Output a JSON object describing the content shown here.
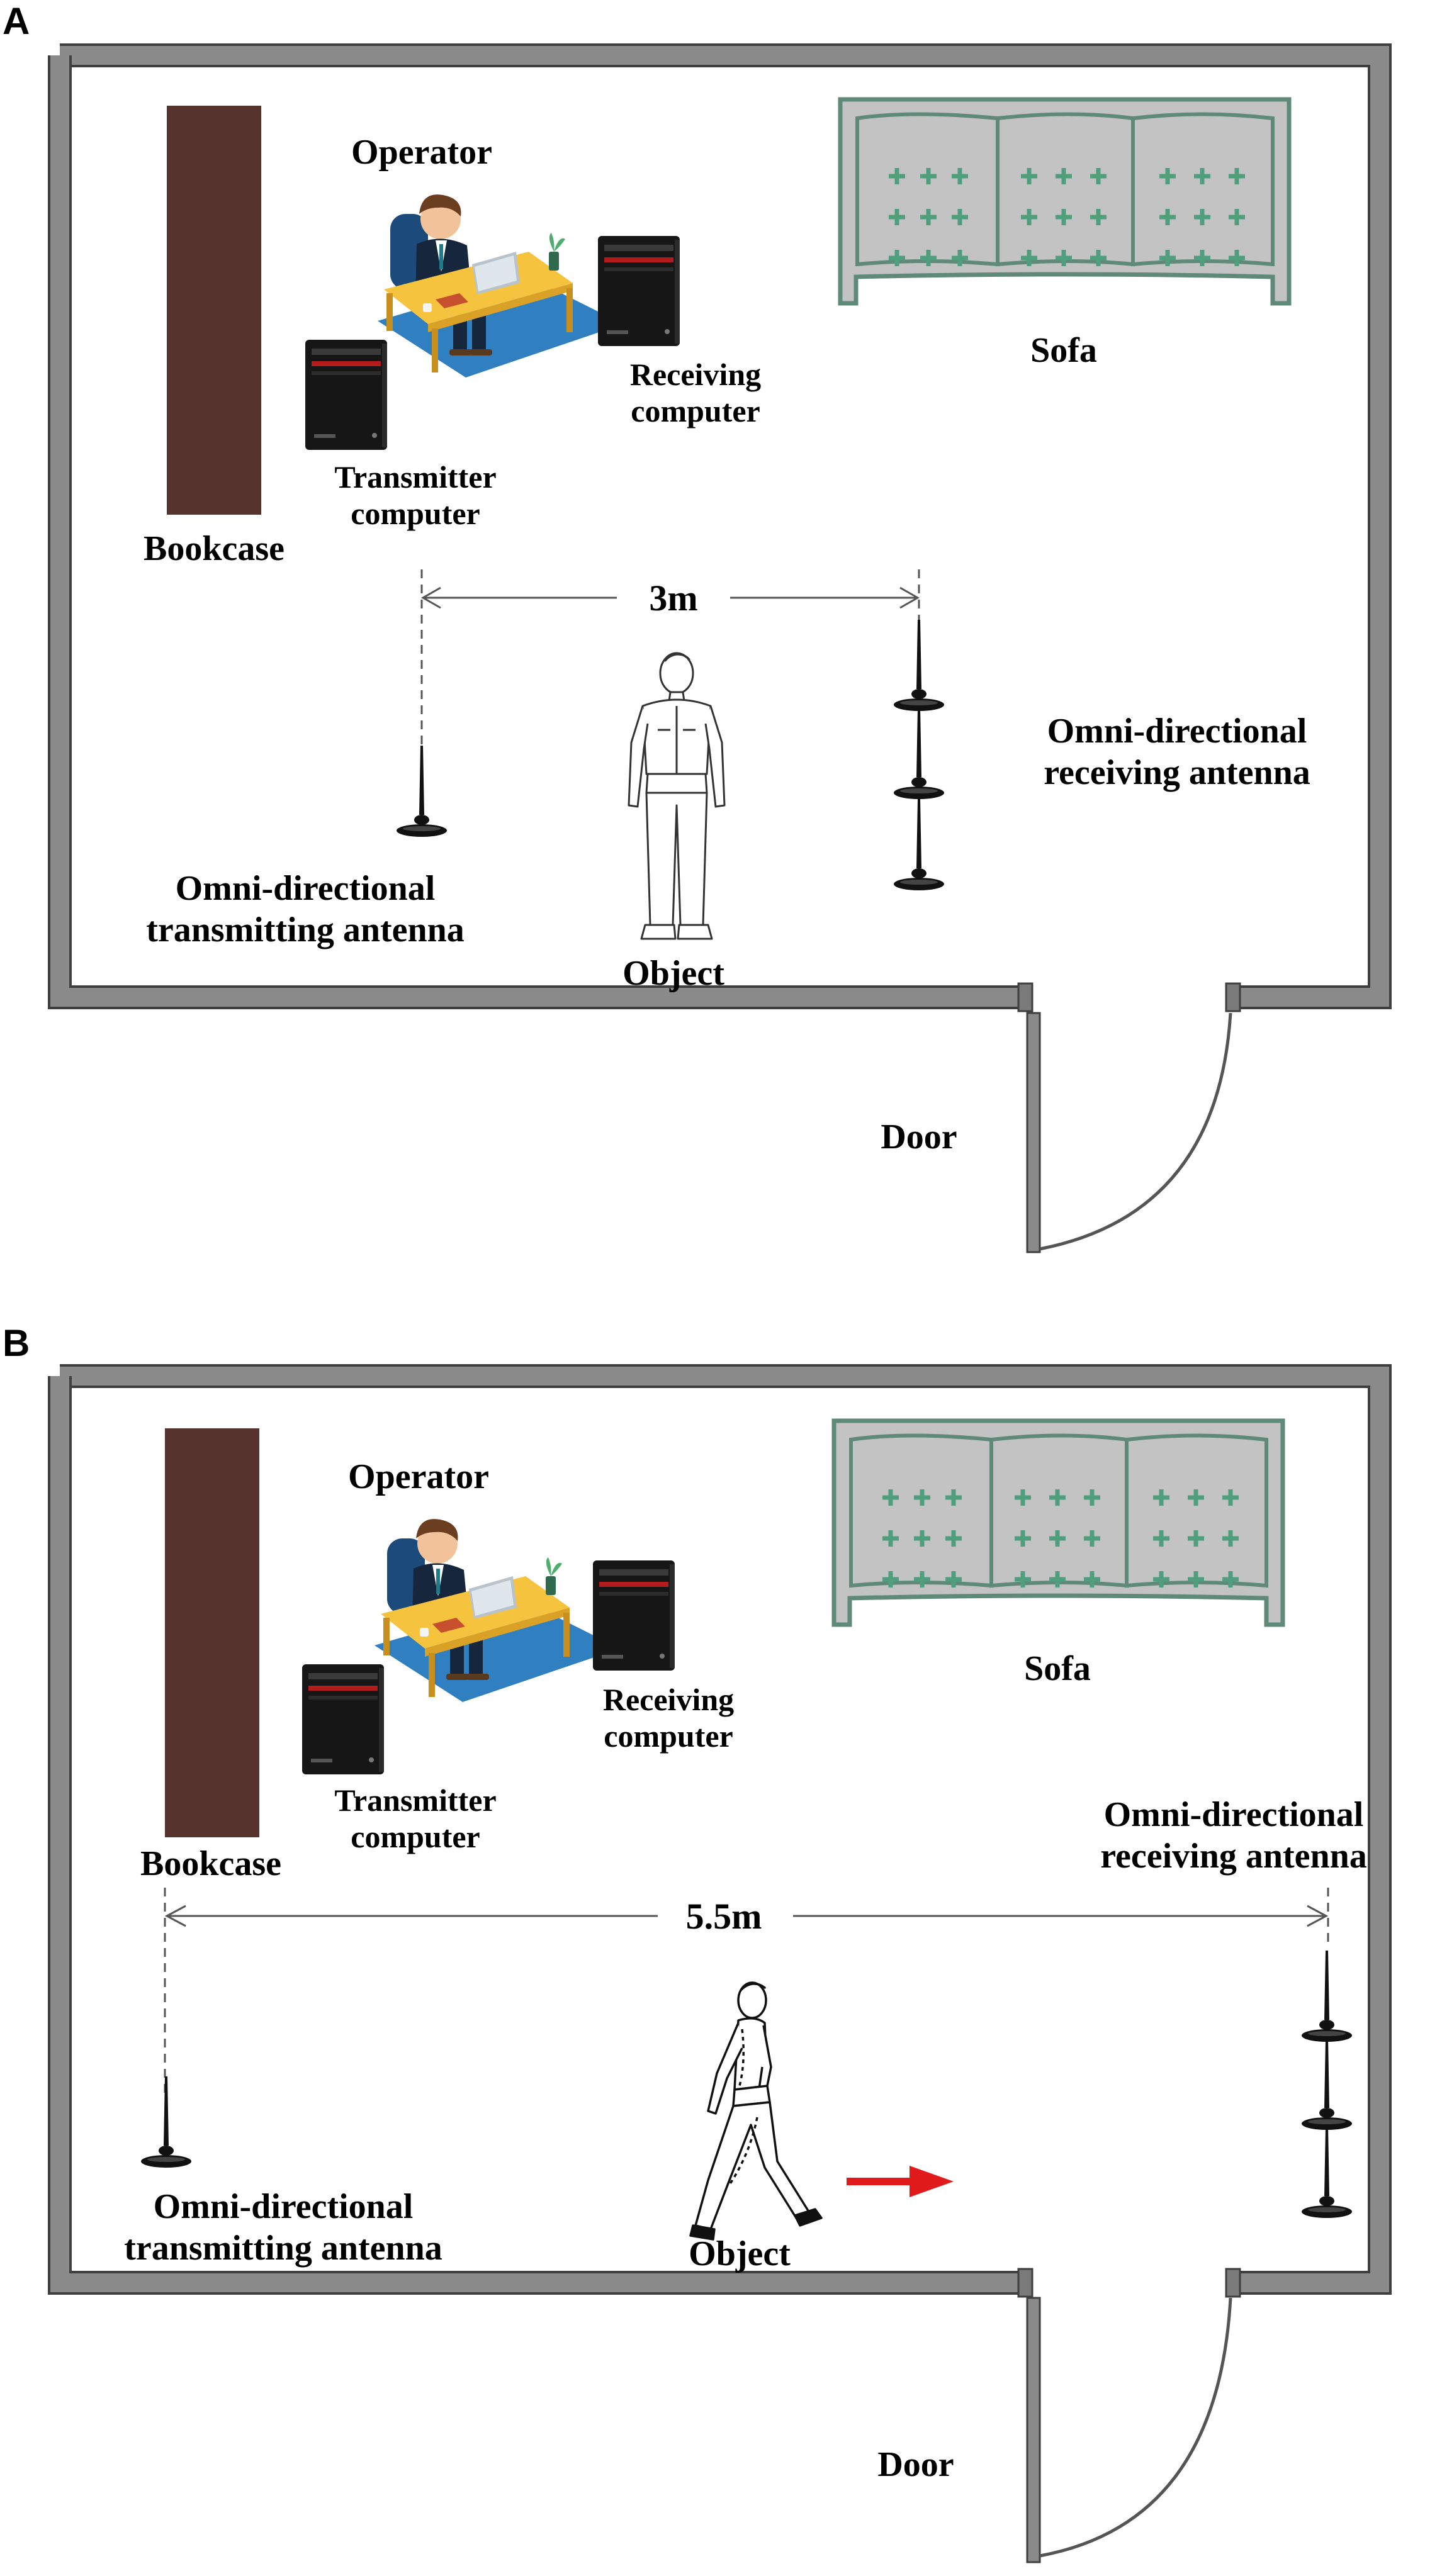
{
  "panels": [
    {
      "letter": "A",
      "labels": {
        "operator": "Operator",
        "sofa": "Sofa",
        "bookcase": "Bookcase",
        "transmitter_computer": [
          "Transmitter",
          "computer"
        ],
        "receiving_computer": [
          "Receiving",
          "computer"
        ],
        "distance": "3m",
        "rx_antenna": [
          "Omni-directional",
          "receiving antenna"
        ],
        "tx_antenna": [
          "Omni-directional",
          "transmitting antenna"
        ],
        "object": "Object",
        "door": "Door"
      }
    },
    {
      "letter": "B",
      "labels": {
        "operator": "Operator",
        "sofa": "Sofa",
        "bookcase": "Bookcase",
        "transmitter_computer": [
          "Transmitter",
          "computer"
        ],
        "receiving_computer": [
          "Receiving",
          "computer"
        ],
        "distance": "5.5m",
        "rx_antenna": [
          "Omni-directional",
          "receiving antenna"
        ],
        "tx_antenna": [
          "Omni-directional",
          "transmitting antenna"
        ],
        "object": "Object",
        "door": "Door"
      }
    }
  ],
  "colors": {
    "wall": "#6d6d6d",
    "bookcase": "#56332c",
    "sofa_fill": "#c3c3c3",
    "sofa_stroke": "#5f8a78",
    "sofa_cross": "#4f9e7e",
    "desk_top": "#f6c33f",
    "rug": "#2f7fc1",
    "arrow": "#e11b1b"
  },
  "icons": {
    "computer": "desktop-tower-icon",
    "antenna": "antenna-icon",
    "operator": "person-at-desk-icon",
    "object_a": "standing-person-icon",
    "object_b": "walking-person-icon",
    "direction": "right-arrow-icon"
  }
}
